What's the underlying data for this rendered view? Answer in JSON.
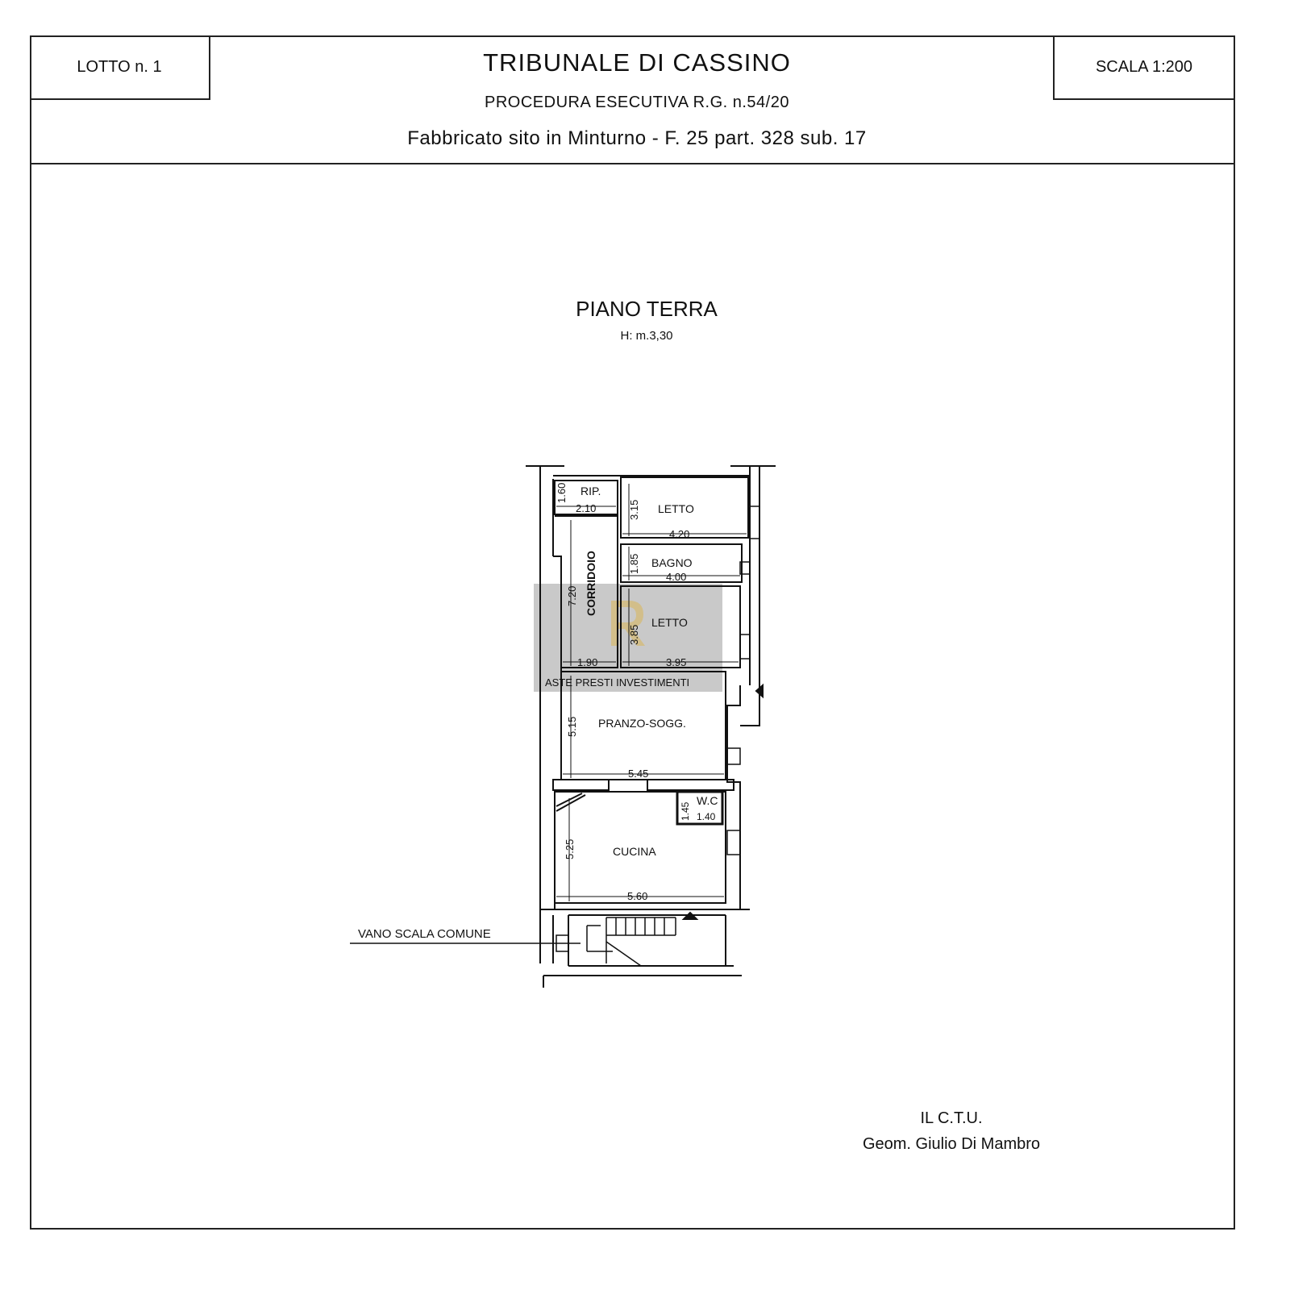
{
  "header": {
    "lot": "LOTTO n. 1",
    "title": "TRIBUNALE DI CASSINO",
    "procedure": "PROCEDURA ESECUTIVA R.G. n.54/20",
    "location": "Fabbricato sito in Minturno - F. 25 part. 328 sub. 17",
    "scale": "SCALA 1:200"
  },
  "plan": {
    "floor_name": "PIANO TERRA",
    "height": "H: m.3,30",
    "rooms": {
      "rip": {
        "label": "RIP.",
        "dim_v": "1.60",
        "dim_h": "2.10"
      },
      "letto1": {
        "label": "LETTO",
        "dim_v": "3.15",
        "dim_h": "4.20"
      },
      "bagno": {
        "label": "BAGNO",
        "dim_v": "1.85",
        "dim_h": "4.00"
      },
      "corridoio": {
        "label": "CORRIDOIO",
        "dim_v": "7.20",
        "dim_h": "1.90"
      },
      "letto2": {
        "label": "LETTO",
        "dim_v": "3.85",
        "dim_h": "3.95"
      },
      "pranzo": {
        "label": "PRANZO-SOGG.",
        "dim_v": "5.15",
        "dim_h": "5.45"
      },
      "wc": {
        "label": "W.C",
        "dim_v": "1.45",
        "dim_h": "1.40"
      },
      "cucina": {
        "label": "CUCINA",
        "dim_v": "5.25",
        "dim_h": "5.60"
      }
    },
    "stair_label": "VANO SCALA COMUNE"
  },
  "watermark": {
    "text": "ASTE PRESTI INVESTIMENTI"
  },
  "signature": {
    "role": "IL C.T.U.",
    "name": "Geom. Giulio Di Mambro"
  }
}
